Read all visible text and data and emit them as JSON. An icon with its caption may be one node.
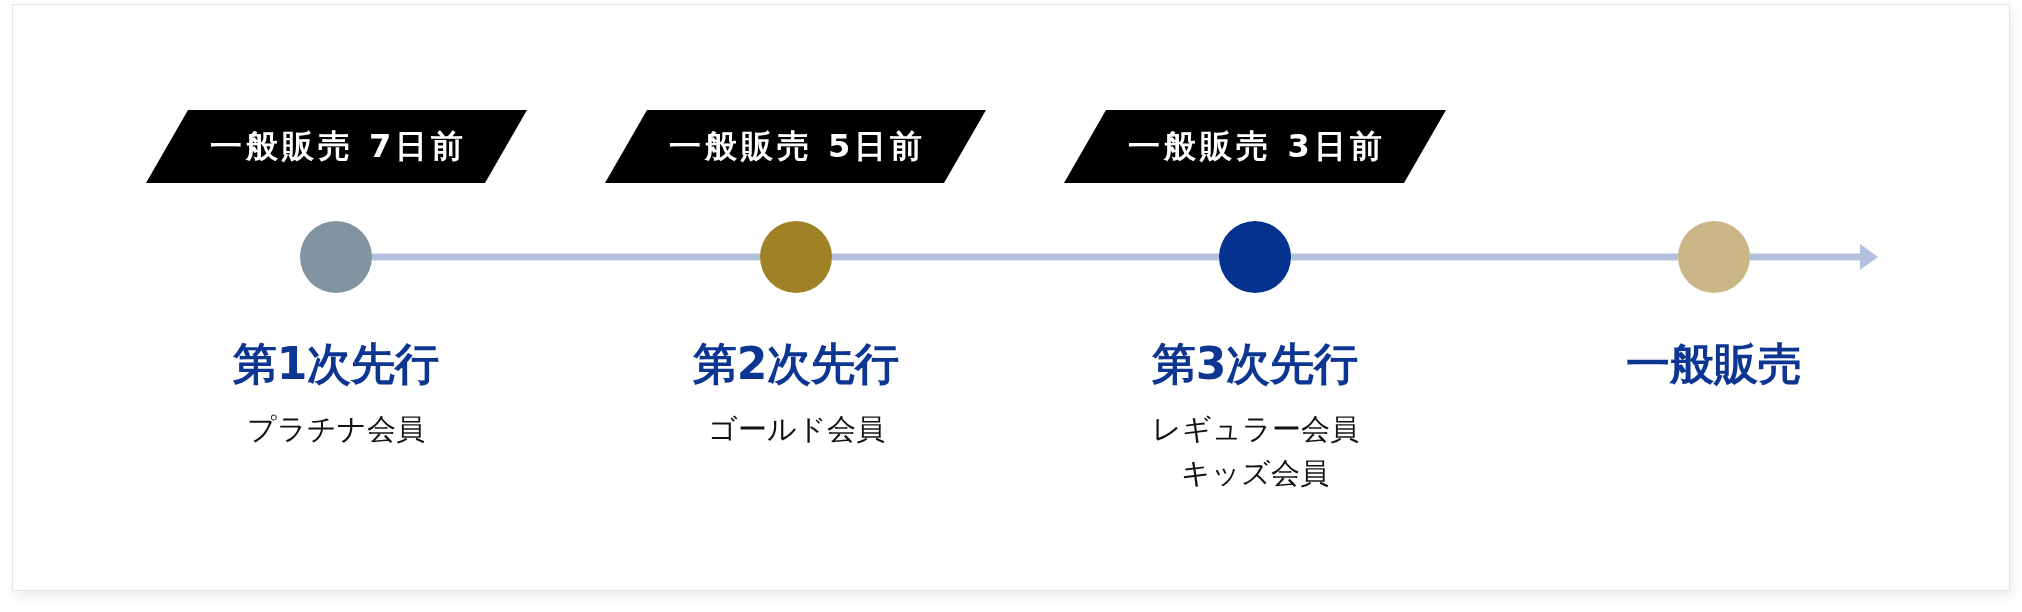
{
  "diagram": {
    "nodes": [
      {
        "text": [
          "一般販売 7日前"
        ]
      },
      {
        "text": [
          "一般販売 5日前"
        ]
      },
      {
        "text": [
          "一般販売 3日前"
        ]
      },
      {
        "text": [],
        "shape": "circle",
        "beside": [
          "第1次先行",
          "プラチナ会員"
        ]
      },
      {
        "text": [],
        "shape": "circle",
        "beside": [
          "第2次先行",
          "ゴールド会員"
        ]
      },
      {
        "text": [],
        "shape": "circle",
        "beside": [
          "第3次先行",
          "レギュラー会員",
          "キッズ会員"
        ]
      },
      {
        "text": [],
        "shape": "circle",
        "beside": [
          "一般販売"
        ]
      }
    ],
    "edges": [
      {
        "from": 3,
        "to": 4,
        "arrow": "none"
      },
      {
        "from": 4,
        "to": 5,
        "arrow": "none"
      },
      {
        "from": 5,
        "to": 6,
        "arrow": "none"
      },
      {
        "from": 6,
        "to": null,
        "arrow": "to"
      }
    ]
  }
}
